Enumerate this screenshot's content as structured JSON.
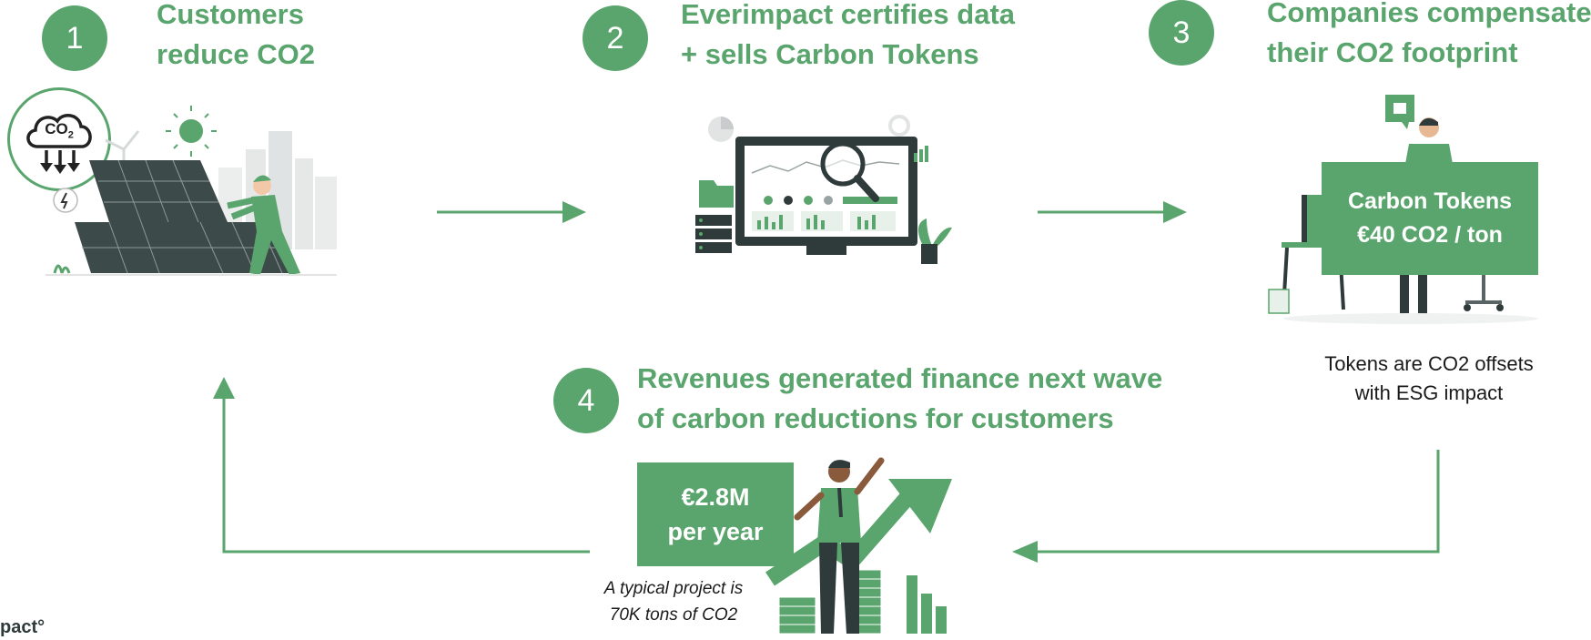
{
  "colors": {
    "brand_green": "#5aa56d",
    "dark": "#2f3a3a",
    "light_gray": "#d9dcdc"
  },
  "steps": [
    {
      "number": "1",
      "title_line1": "Customers",
      "title_line2": "reduce CO2"
    },
    {
      "number": "2",
      "title_line1": "Everimpact certifies data",
      "title_line2": "+ sells Carbon Tokens"
    },
    {
      "number": "3",
      "title_line1": "Companies compensate",
      "title_line2": "their CO2 footprint"
    },
    {
      "number": "4",
      "title_line1": "Revenues generated finance next wave",
      "title_line2": "of carbon reductions for customers"
    }
  ],
  "co2_badge": {
    "label": "CO",
    "subscript": "2"
  },
  "carbon_tokens_box": {
    "line1": "Carbon Tokens",
    "line2": "€40 CO2 / ton"
  },
  "tokens_note": {
    "line1": "Tokens are CO2 offsets",
    "line2": "with ESG impact"
  },
  "revenue_box": {
    "line1": "€2.8M",
    "line2": "per year"
  },
  "project_note": {
    "line1": "A typical project is",
    "line2": "70K tons of CO2"
  },
  "logo_fragment": "pact°",
  "icons": [
    "co2-cloud-icon",
    "arrow-right-icon",
    "arrow-up-icon",
    "arrow-left-icon",
    "solar-panel-illustration",
    "dashboard-illustration",
    "businessman-illustration",
    "growth-illustration"
  ]
}
